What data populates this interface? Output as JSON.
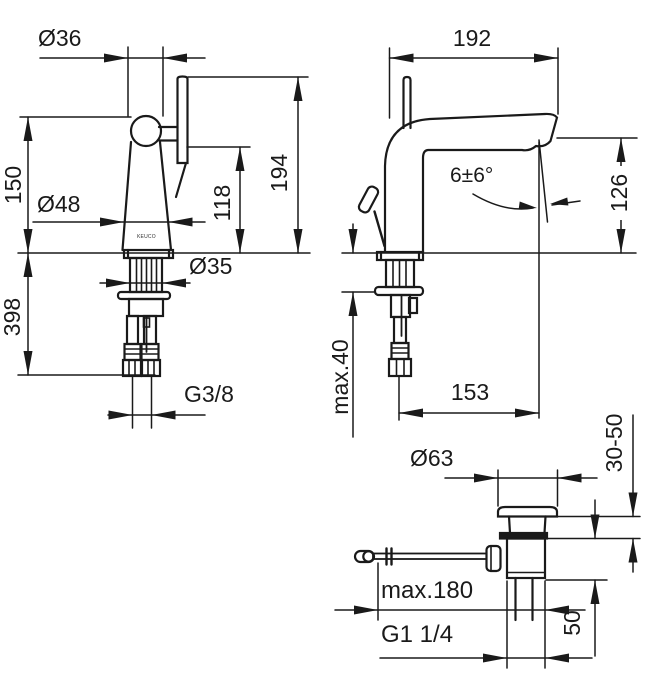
{
  "colors": {
    "line": "#1a1a1a",
    "background": "#ffffff"
  },
  "brand_logo": "KEUCO",
  "front": {
    "dia36": "Ø36",
    "h150": "150",
    "dia48": "Ø48",
    "h118": "118",
    "h194": "194",
    "h398": "398",
    "dia35": "Ø35",
    "thread": "G3/8"
  },
  "side": {
    "w192": "192",
    "angle": "6±6°",
    "h126": "126",
    "max40": "max.40",
    "w153": "153"
  },
  "drain": {
    "dia63": "Ø63",
    "range": "30-50",
    "max180": "max.180",
    "h50": "50",
    "thread": "G1 1/4"
  }
}
